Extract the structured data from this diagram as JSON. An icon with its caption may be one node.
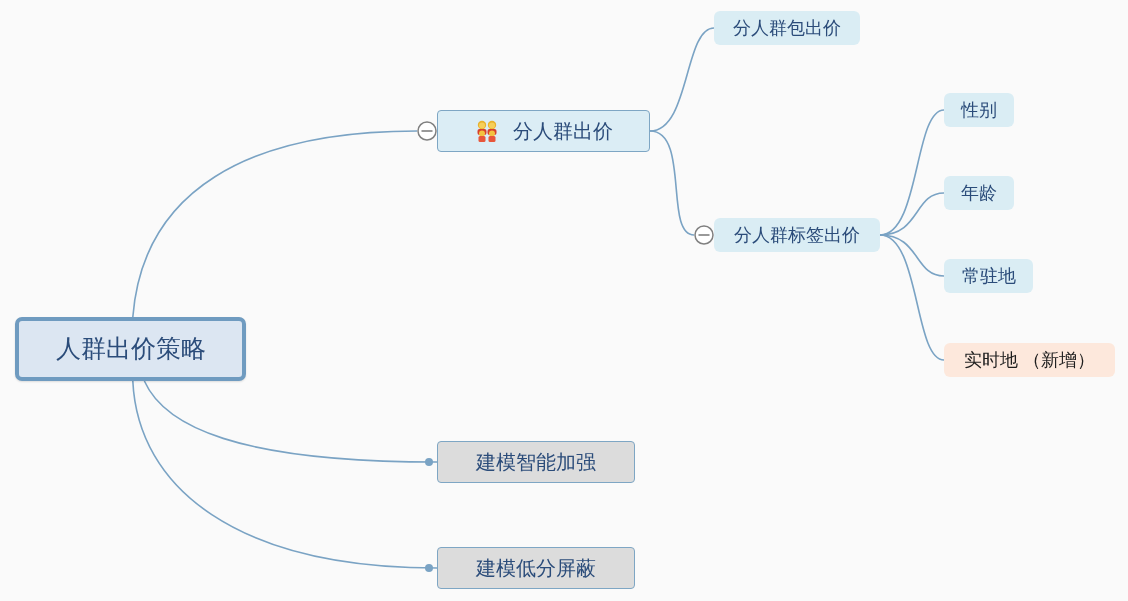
{
  "diagram": {
    "nodes": [
      {
        "text": [
          "人群出价策略"
        ]
      },
      {
        "text": [
          "分人群出价"
        ]
      },
      {
        "text": [
          "分人群包出价"
        ]
      },
      {
        "text": [
          "分人群标签出价"
        ]
      },
      {
        "text": [
          "性别"
        ]
      },
      {
        "text": [
          "年龄"
        ]
      },
      {
        "text": [
          "常驻地"
        ]
      },
      {
        "text": [
          "实时地 （新增）"
        ]
      },
      {
        "text": [
          "建模智能加强"
        ]
      },
      {
        "text": [
          "建模低分屏蔽"
        ]
      }
    ],
    "edges": [
      {
        "from": 0,
        "to": 1,
        "arrow": "none"
      },
      {
        "from": 0,
        "to": 8,
        "arrow": "other"
      },
      {
        "from": 0,
        "to": 9,
        "arrow": "other"
      },
      {
        "from": 1,
        "to": 2,
        "arrow": "none"
      },
      {
        "from": 1,
        "to": 3,
        "arrow": "none"
      },
      {
        "from": 3,
        "to": 4,
        "arrow": "none"
      },
      {
        "from": 3,
        "to": 5,
        "arrow": "none"
      },
      {
        "from": 3,
        "to": 6,
        "arrow": "none"
      },
      {
        "from": 3,
        "to": 7,
        "arrow": "none"
      }
    ]
  }
}
